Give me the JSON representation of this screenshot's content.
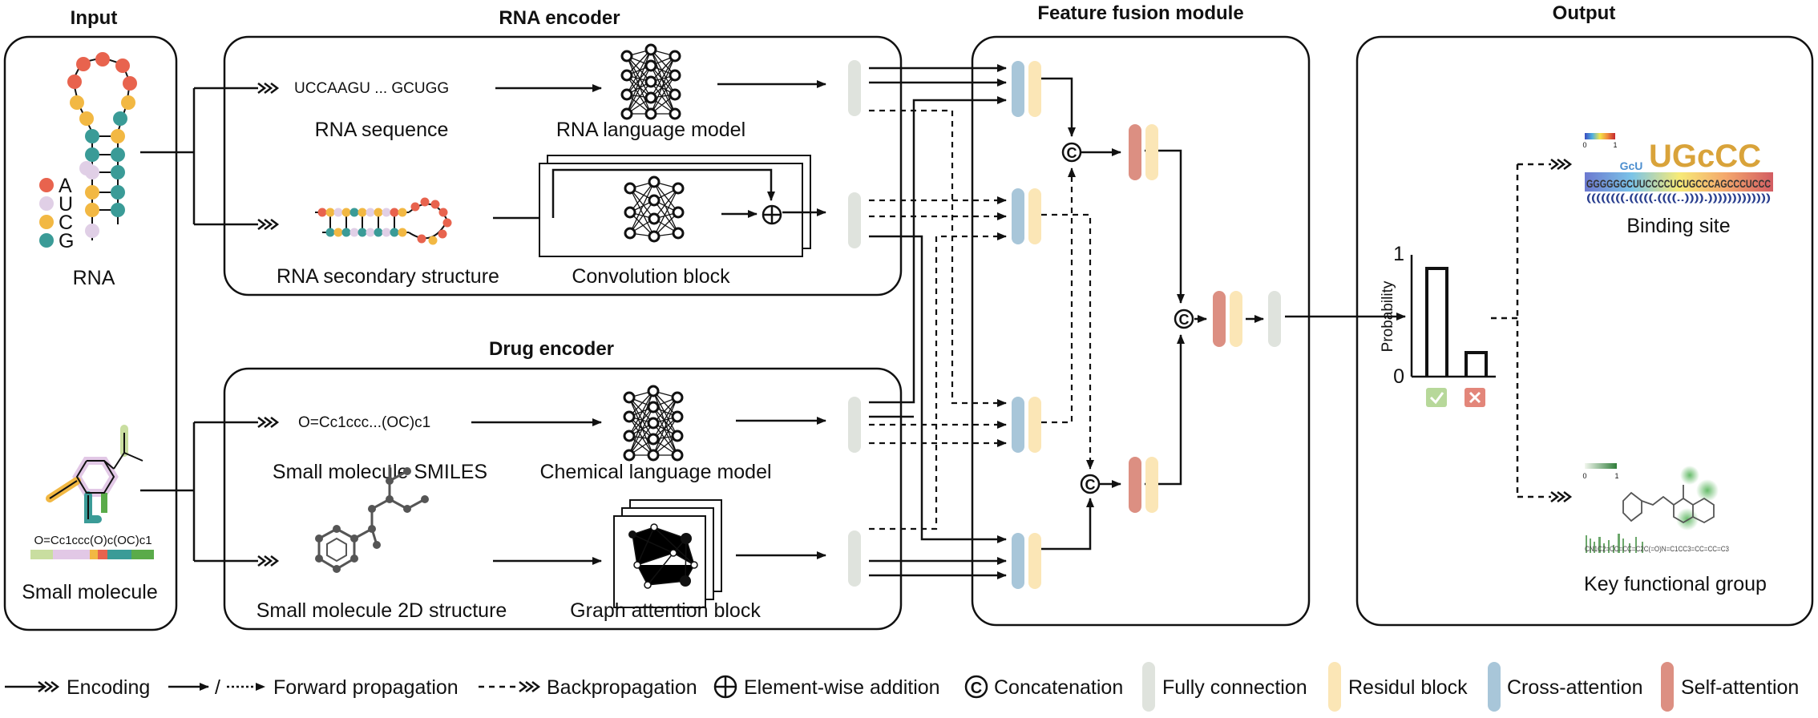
{
  "headers": {
    "input": "Input",
    "rna_encoder": "RNA encoder",
    "fusion": "Feature fusion module",
    "output": "Output",
    "drug_encoder": "Drug encoder"
  },
  "input": {
    "rna_label": "RNA",
    "small_molecule_label": "Small molecule",
    "smiles_text": "O=Cc1ccc(O)c(OC)c1",
    "nucleotide_legend": [
      {
        "letter": "A",
        "color": "#e8634e"
      },
      {
        "letter": "U",
        "color": "#e0cfe6"
      },
      {
        "letter": "C",
        "color": "#f2b843"
      },
      {
        "letter": "G",
        "color": "#3a9b97"
      }
    ]
  },
  "rna_encoder": {
    "sequence_text": "UCCAAGU ... GCUGG",
    "sequence_label": "RNA sequence",
    "lm_label": "RNA language model",
    "structure_label": "RNA secondary structure",
    "conv_label": "Convolution block"
  },
  "drug_encoder": {
    "smiles_text": "O=Cc1ccc...(OC)c1",
    "smiles_label": "Small molecule SMILES",
    "chem_lm_label": "Chemical language model",
    "structure_label": "Small molecule 2D structure",
    "graph_label": "Graph attention block"
  },
  "output": {
    "binding_label": "Binding site",
    "key_group_label": "Key functional group",
    "probability_axis": "Probability",
    "tick_one": "1",
    "tick_zero": "0",
    "scale_min": "0",
    "scale_max": "1",
    "logo_seq": "GGGGGGCUUCCCCUCUGCCCAGCCCUCCC",
    "logo_dots": "((((((((.(((((.((((..)))).)))))))))))))",
    "mol_seq": "CN1C2=CC=CC=C2C(=O)N=C1CC3=CC=CC=C3",
    "positive_prob": 0.9,
    "negative_prob": 0.2
  },
  "legend": {
    "encoding": "Encoding",
    "forward_sep": "/",
    "forward": "Forward propagation",
    "backprop": "Backpropagation",
    "addition": "Element-wise addition",
    "concat": "Concatenation",
    "fully": "Fully connection",
    "residual": "Residul block",
    "cross": "Cross-attention",
    "self": "Self-attention"
  },
  "colors": {
    "fully_connection": "#dfe3dd",
    "residual_block": "#fbe6b6",
    "cross_attention": "#a8c6d9",
    "self_attention": "#dc8f82",
    "check_green": "#b7d89a",
    "cross_red": "#e3867a"
  }
}
